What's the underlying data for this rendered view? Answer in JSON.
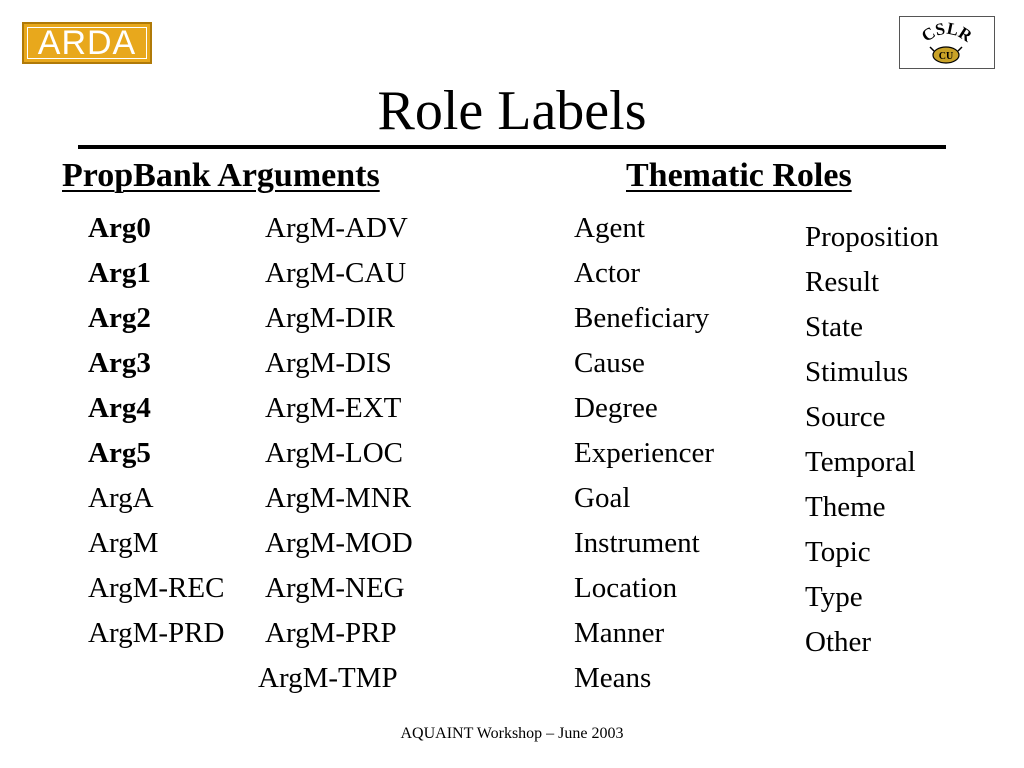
{
  "logos": {
    "arda": "ARDA",
    "cslr": "CSLR",
    "cslr_mark": "CU"
  },
  "title": "Role Labels",
  "propbank": {
    "heading": "PropBank Arguments",
    "col1": [
      {
        "text": "Arg0",
        "bold": true
      },
      {
        "text": "Arg1",
        "bold": true
      },
      {
        "text": "Arg2",
        "bold": true
      },
      {
        "text": "Arg3",
        "bold": true
      },
      {
        "text": "Arg4",
        "bold": true
      },
      {
        "text": "Arg5",
        "bold": true
      },
      {
        "text": "ArgA",
        "bold": false
      },
      {
        "text": "ArgM",
        "bold": false
      },
      {
        "text": "ArgM-REC",
        "bold": false
      },
      {
        "text": "ArgM-PRD",
        "bold": false
      }
    ],
    "col2": [
      "ArgM-ADV",
      "ArgM-CAU",
      "ArgM-DIR",
      "ArgM-DIS",
      "ArgM-EXT",
      "ArgM-LOC",
      "ArgM-MNR",
      "ArgM-MOD",
      "ArgM-NEG",
      "ArgM-PRP"
    ],
    "col2_last": "ArgM-TMP"
  },
  "thematic": {
    "heading": "Thematic Roles",
    "col1": [
      "Agent",
      "Actor",
      "Beneficiary",
      "Cause",
      "Degree",
      "Experiencer",
      "Goal",
      "Instrument",
      "Location",
      "Manner",
      "Means"
    ],
    "col2": [
      "Proposition",
      "Result",
      "State",
      "Stimulus",
      "Source",
      "Temporal",
      "Theme",
      "Topic",
      "Type",
      "Other"
    ]
  },
  "footer": "AQUAINT Workshop – June 2003"
}
